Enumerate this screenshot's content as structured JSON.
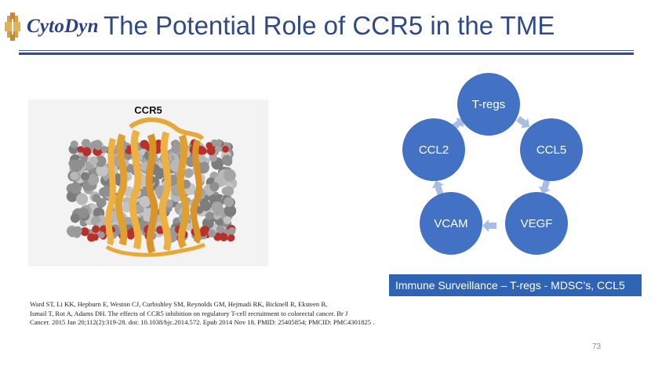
{
  "header": {
    "logo_text": "CytoDyn",
    "title": "The Potential Role of CCR5 in the TME"
  },
  "figure": {
    "title": "CCR5"
  },
  "cycle": {
    "nodes": [
      "T-regs",
      "CCL5",
      "VEGF",
      "VCAM",
      "CCL2"
    ],
    "node_color": "#4372C4",
    "arrow_color": "#A9BDE3"
  },
  "banner": {
    "text": "Immune Surveillance – T-regs - MDSC’s, CCL5",
    "color": "#2F64B4"
  },
  "citation": {
    "lines": [
      "Ward ST, Li KK, Hepburn E, Weston CJ, Curbishley SM, Reynolds GM, Hejmadi RK, Bicknell R, Eksteen B,",
      " Ismail T, Rot A, Adams DH. The effects of CCR5 inhibition on regulatory T-cell recruitment to colorectal cancer. Br J",
      "Cancer. 2015 Jan 20;112(2):319-28. doi: 10.1038/bjc.2014.572. Epub 2014 Nov 18. PMID: 25405854; PMCID: PMC4301825 ."
    ]
  },
  "footer": {
    "page_number": "73"
  }
}
